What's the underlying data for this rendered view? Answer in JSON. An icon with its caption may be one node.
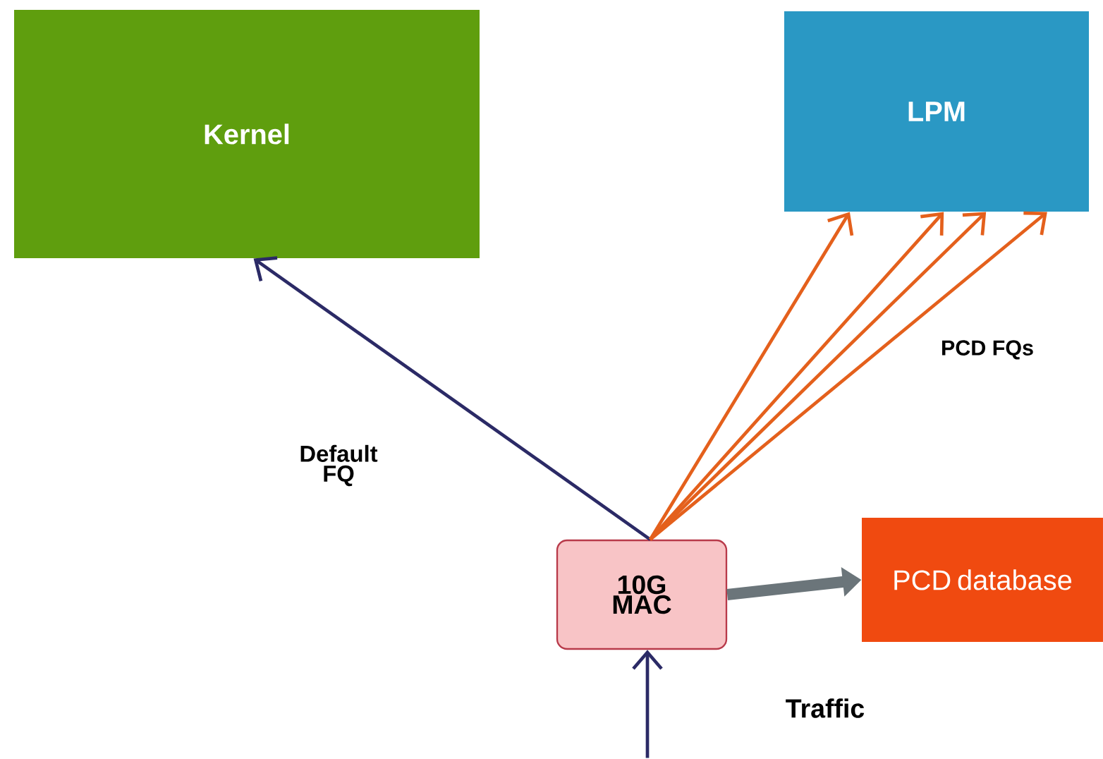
{
  "diagram": {
    "nodes": [
      {
        "text": [
          "Kernel"
        ]
      },
      {
        "text": [
          "LPM"
        ]
      },
      {
        "text": [
          "10G MAC"
        ]
      },
      {
        "text": [
          "PCD database"
        ]
      }
    ],
    "edges": [
      {
        "from": 2,
        "to": 0,
        "arrow": "to",
        "label": "Default FQ",
        "color": "#2b2a66"
      },
      {
        "from": 2,
        "to": 1,
        "arrow": "to"
      },
      {
        "from": 2,
        "to": 1,
        "arrow": "to"
      },
      {
        "from": 2,
        "to": 1,
        "arrow": "to"
      },
      {
        "from": 2,
        "to": 1,
        "arrow": "to"
      },
      {
        "from": 2,
        "to": 3,
        "arrow": "to",
        "style": "thick",
        "color": "#6b757a"
      },
      {
        "from": null,
        "to": 2,
        "arrow": "to",
        "color": "#2b2a66"
      }
    ],
    "labels": [
      "PCD FQs",
      "Traffic"
    ]
  }
}
